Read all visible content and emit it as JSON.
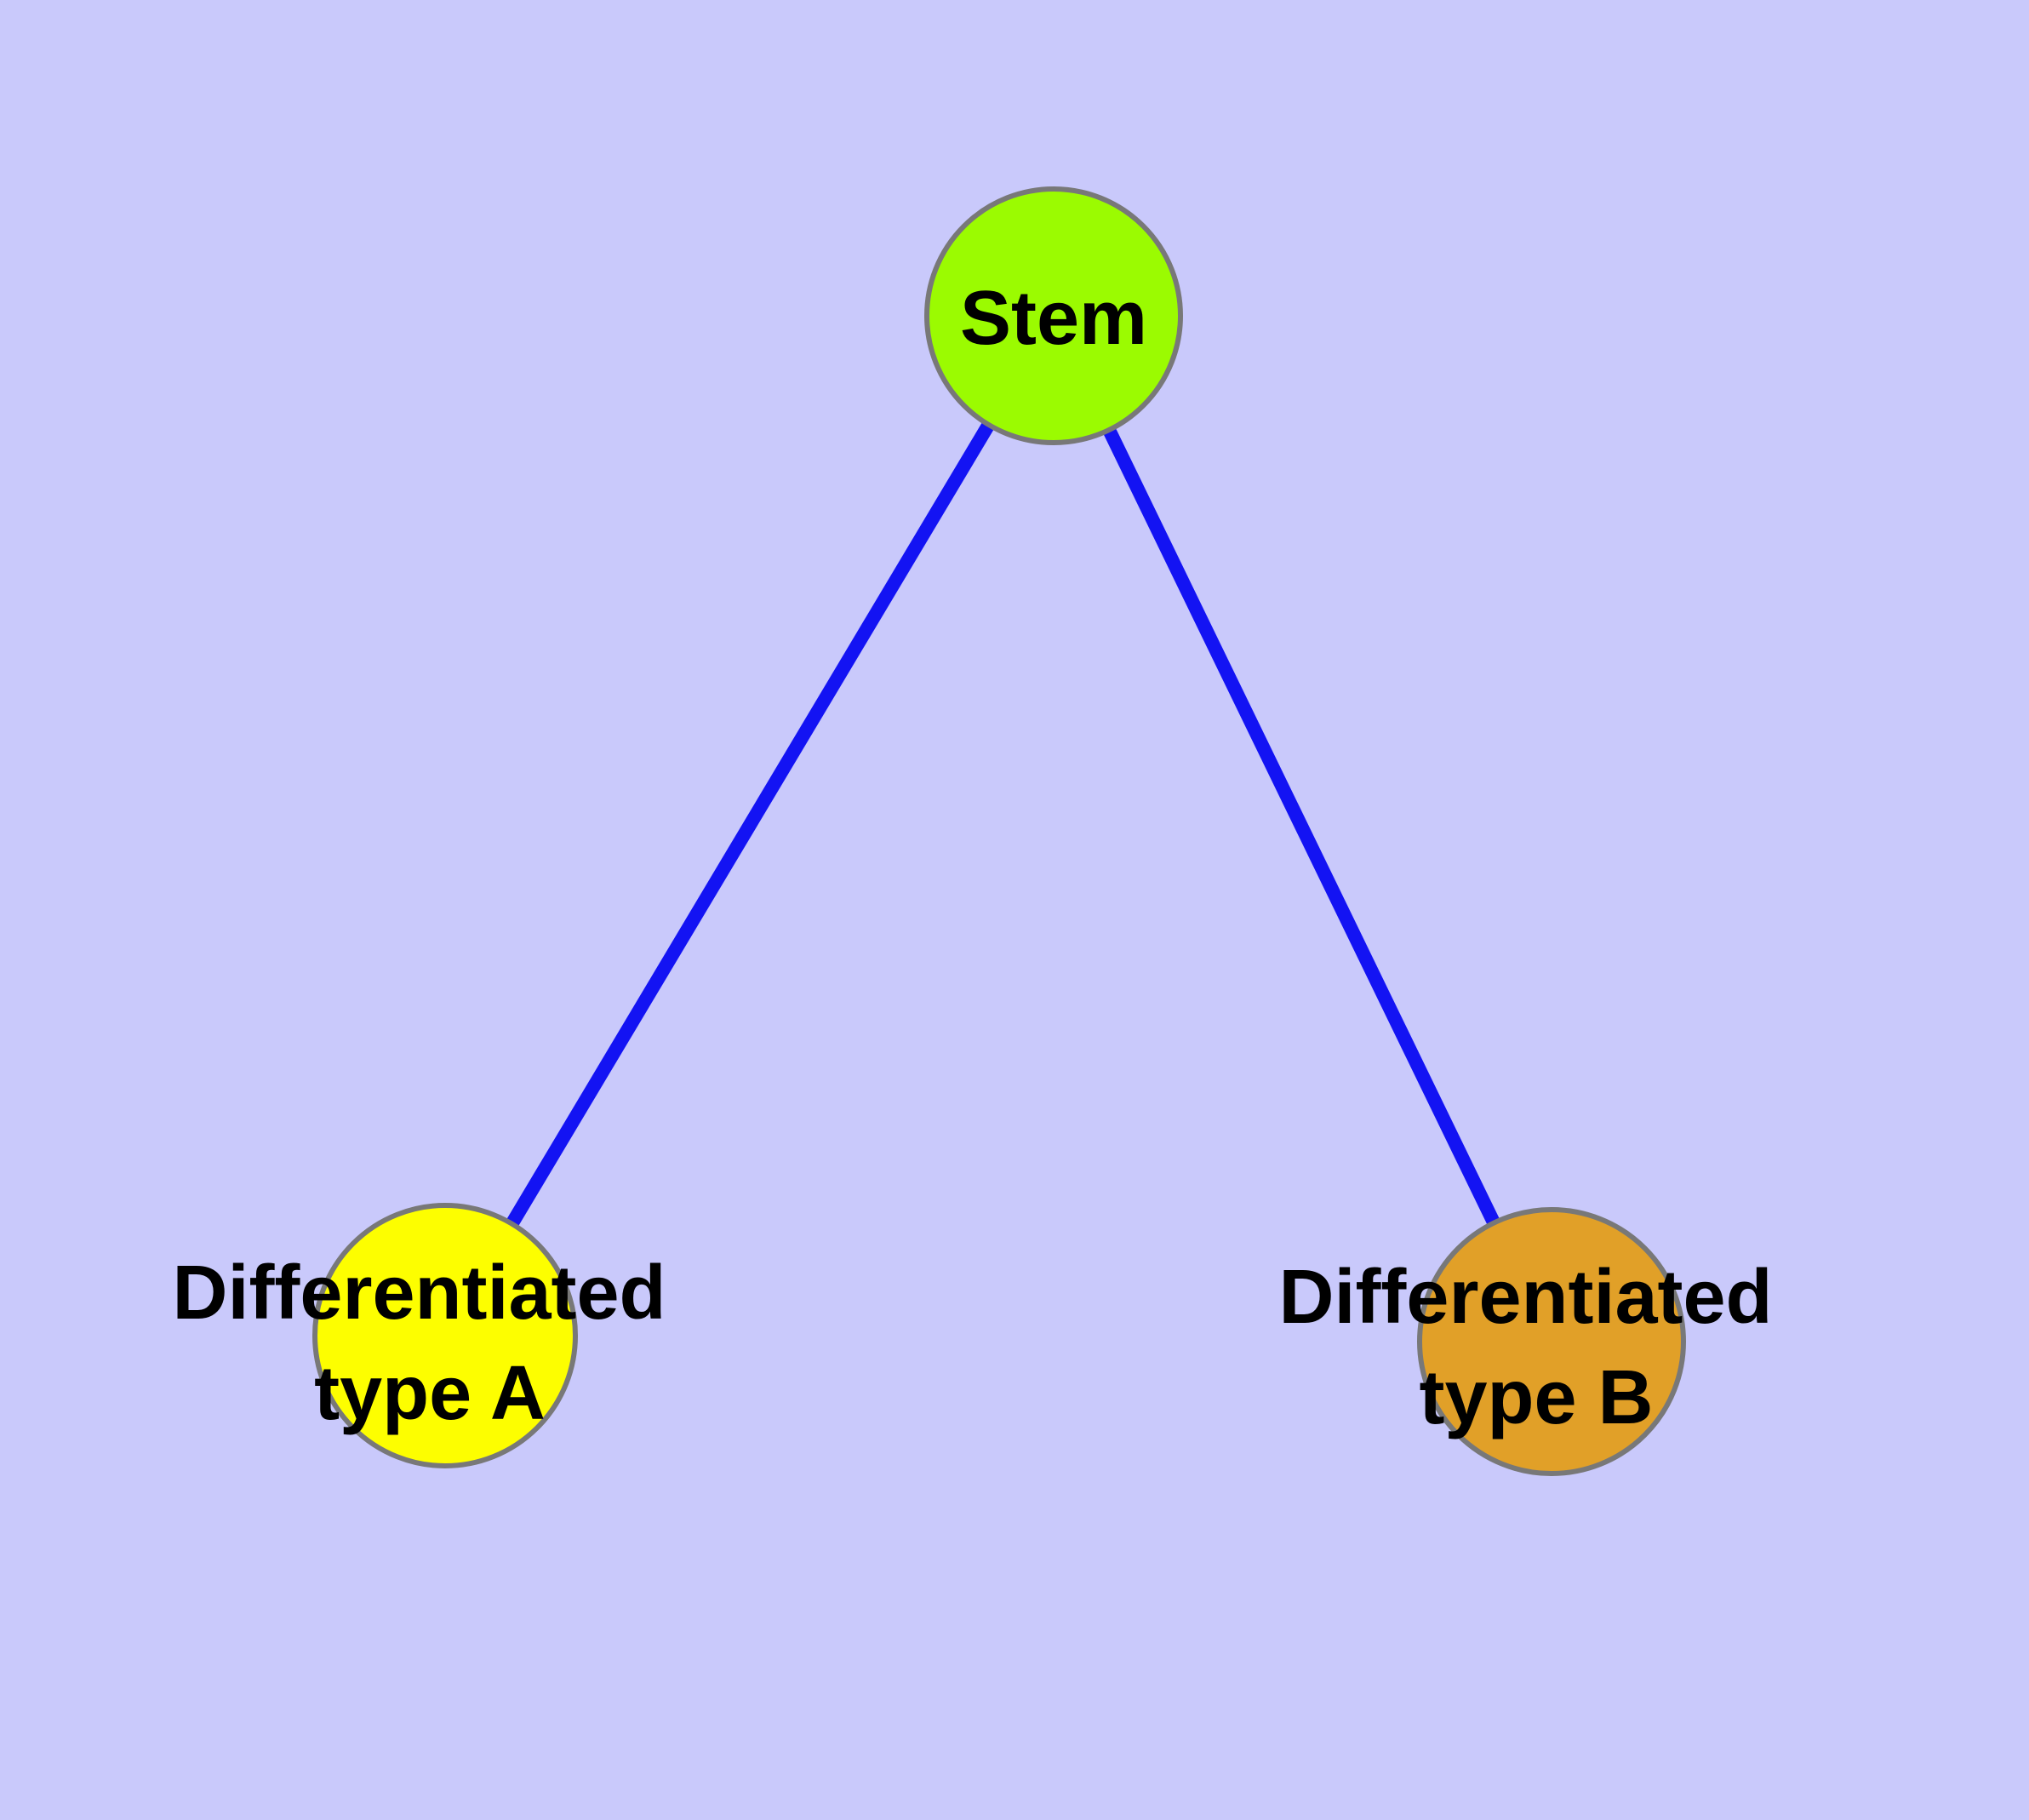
{
  "diagram": {
    "type": "graph",
    "background_color": "#C9C9FB",
    "edge_color": "#1313F3",
    "node_border_color": "#787878",
    "label_color": "#000000",
    "nodes": [
      {
        "id": "stem",
        "label": "Stem",
        "label_lines": [
          "Stem"
        ],
        "color": "#9BFB01"
      },
      {
        "id": "differentiated-type-a",
        "label": "Differentiated type A",
        "label_lines": [
          "Differentiated",
          "type A"
        ],
        "color": "#FDFE00"
      },
      {
        "id": "differentiated-type-b",
        "label": "Differentiated type B",
        "label_lines": [
          "Differentiated",
          "type B"
        ],
        "color": "#E1A028"
      }
    ],
    "edges": [
      {
        "from": "Stem",
        "to": "Differentiated type A"
      },
      {
        "from": "Stem",
        "to": "Differentiated type B"
      }
    ]
  }
}
